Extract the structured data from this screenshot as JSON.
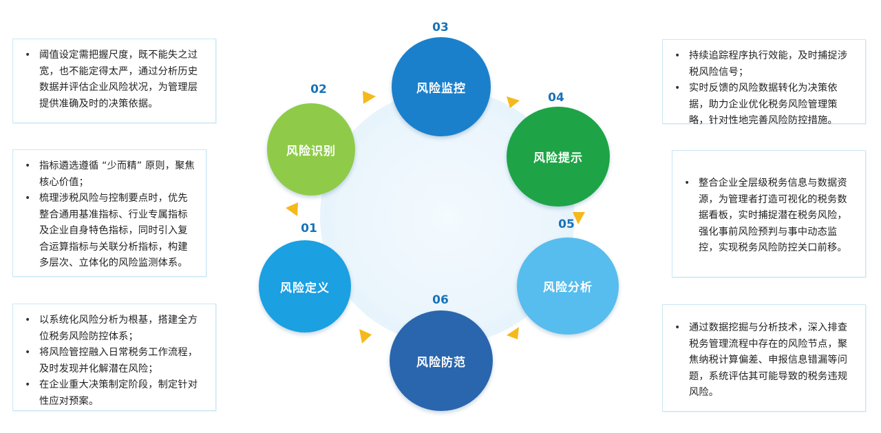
{
  "nodes": [
    {
      "id": "01",
      "label": "风险定义",
      "color": "#1ba0e2"
    },
    {
      "id": "02",
      "label": "风险识别",
      "color": "#8fcb48"
    },
    {
      "id": "03",
      "label": "风险监控",
      "color": "#1b80cc"
    },
    {
      "id": "04",
      "label": "风险提示",
      "color": "#1ea446"
    },
    {
      "id": "05",
      "label": "风险分析",
      "color": "#56bdee"
    },
    {
      "id": "06",
      "label": "风险防范",
      "color": "#2a66ad"
    }
  ],
  "arrow_color": "#f5b91c",
  "boxes": {
    "top_left": [
      "阈值设定需把握尺度，既不能失之过宽，也不能定得太严，通过分析历史数据并评估企业风险状况，为管理层提供准确及时的决策依据。"
    ],
    "mid_left": [
      "指标遴选遵循 “少而精” 原则，聚焦核心价值；",
      "梳理涉税风险与控制要点时，优先整合通用基准指标、行业专属指标及企业自身特色指标，同时引入复合运算指标与关联分析指标，构建多层次、立体化的风险监测体系。"
    ],
    "bottom_left": [
      "以系统化风险分析为根基，搭建全方位税务风险防控体系；",
      "将风险管控融入日常税务工作流程，及时发现并化解潜在风险；",
      "在企业重大决策制定阶段，制定针对性应对预案。"
    ],
    "top_right": [
      "持续追踪程序执行效能，及时捕捉涉税风险信号；",
      "实时反馈的风险数据转化为决策依据，助力企业优化税务风险管理策略，针对性地完善风险防控措施。"
    ],
    "mid_right": [
      "整合企业全层级税务信息与数据资源，为管理者打造可视化的税务数据看板，实时捕捉潜在税务风险，强化事前风险预判与事中动态监控，实现税务风险防控关口前移。"
    ],
    "bottom_right": [
      "通过数据挖掘与分析技术，深入排查税务管理流程中存在的风险节点，聚焦纳税计算偏差、申报信息错漏等问题，系统评估其可能导致的税务违规风险。"
    ]
  }
}
